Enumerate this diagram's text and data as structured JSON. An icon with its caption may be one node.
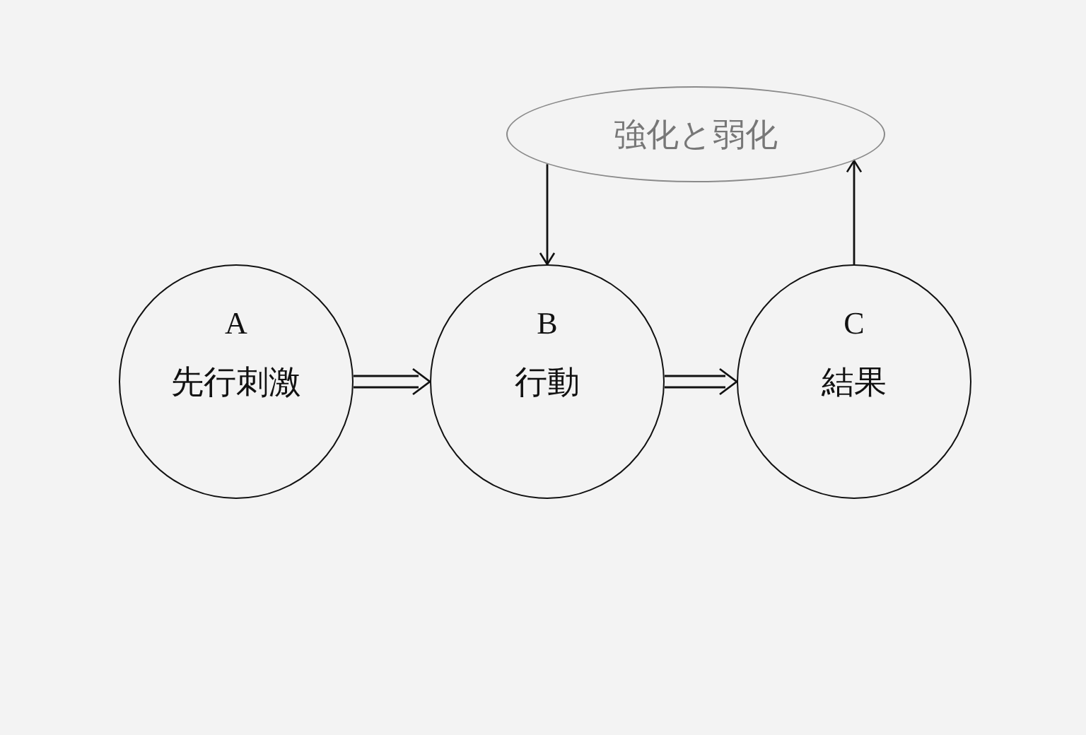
{
  "diagram": {
    "nodes": [
      {
        "text": [
          "A",
          "先行刺激"
        ]
      },
      {
        "text": [
          "B",
          "行動"
        ]
      },
      {
        "text": [
          "C",
          "結果"
        ]
      },
      {
        "text": [
          "強化と弱化"
        ]
      }
    ],
    "edges": [
      {
        "from": 0,
        "to": 1,
        "arrow": "to"
      },
      {
        "from": 1,
        "to": 2,
        "arrow": "to"
      },
      {
        "from": 3,
        "to": 1,
        "arrow": "to"
      },
      {
        "from": 2,
        "to": 3,
        "arrow": "to"
      }
    ]
  }
}
